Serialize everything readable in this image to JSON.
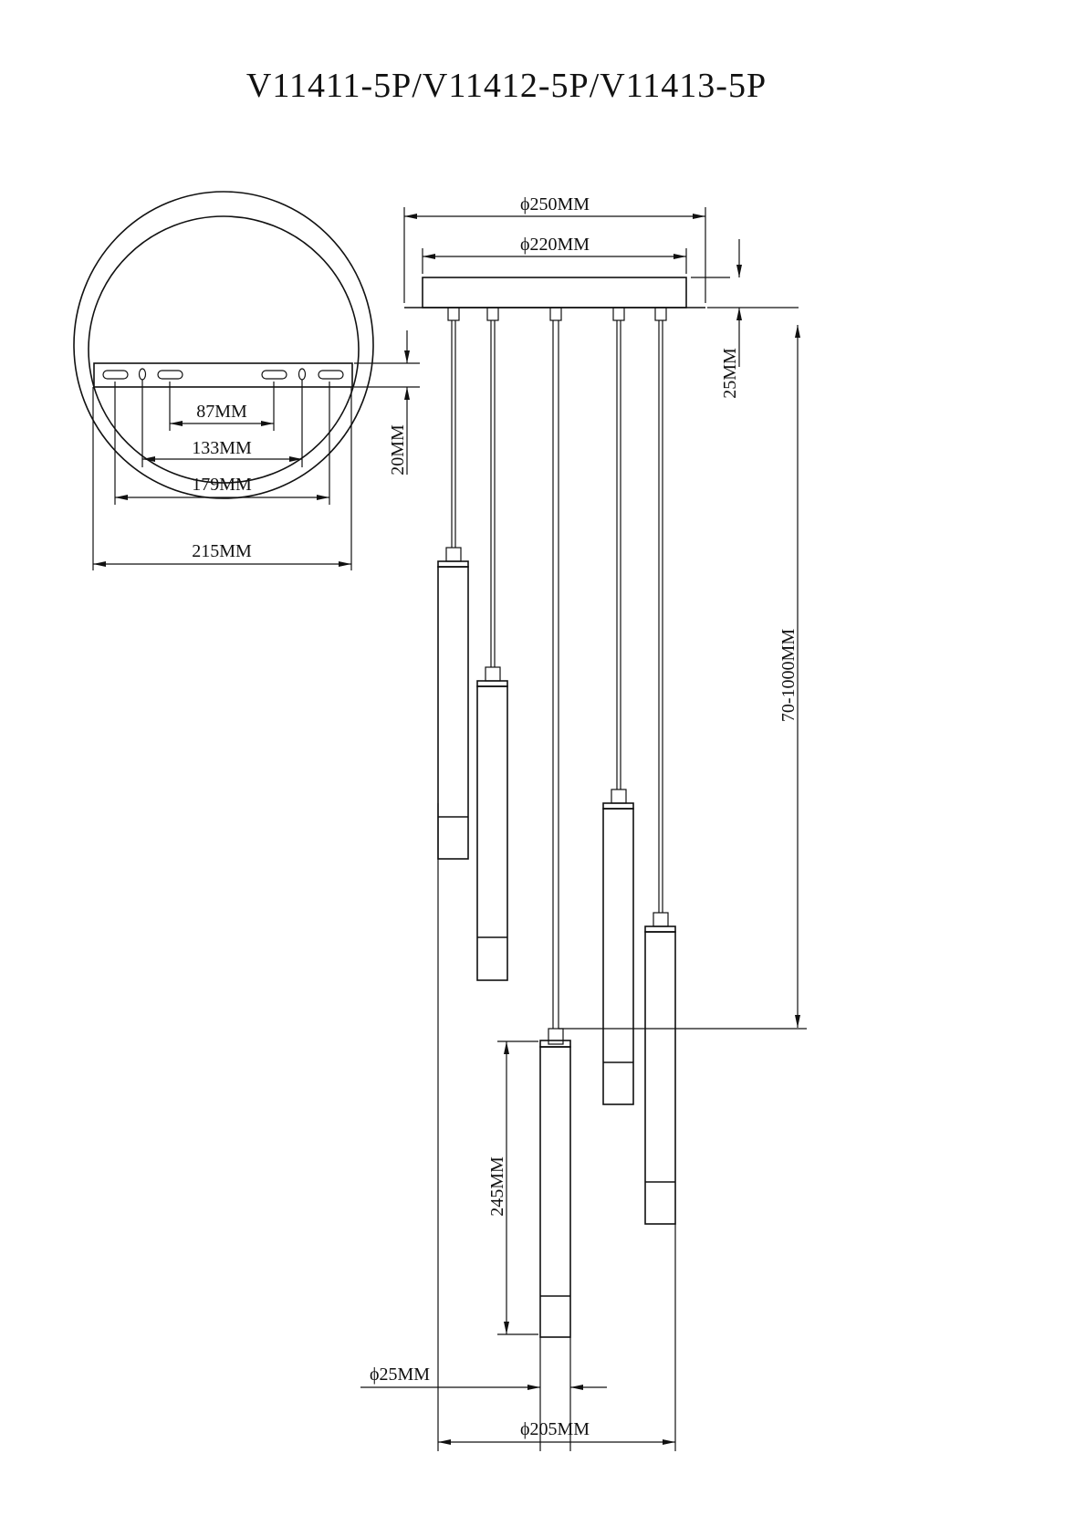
{
  "title": "V11411-5P/V11412-5P/V11413-5P",
  "top_view": {
    "dims": {
      "d87": "87MM",
      "d133": "133MM",
      "d179": "179MM",
      "d215": "215MM",
      "d20": "20MM"
    }
  },
  "side_view": {
    "dims": {
      "canopy_outer": "ϕ250MM",
      "canopy_inner": "ϕ220MM",
      "canopy_height": "25MM",
      "cord_length": "70-1000MM",
      "tube_length": "245MM",
      "tube_diameter": "ϕ25MM",
      "spread": "ϕ205MM"
    },
    "pendant_count": 5
  }
}
